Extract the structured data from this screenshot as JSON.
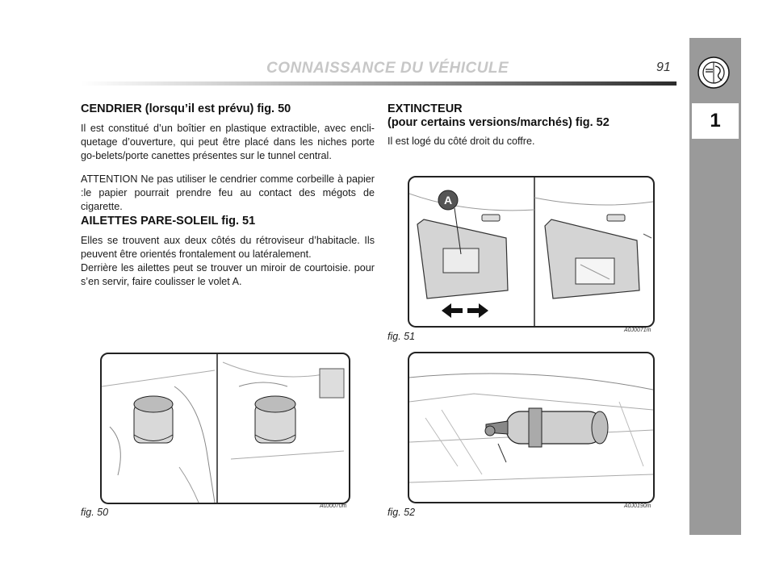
{
  "header": {
    "title": "CONNAISSANCE DU VÉHICULE",
    "page_number": "91",
    "chapter": "1"
  },
  "icons": {
    "logo": "alfa-romeo-logo-icon"
  },
  "sections": {
    "cendrier": {
      "title": "CENDRIER (lorsqu’il est prévu) fig. 50",
      "body": "Il est constitué d’un boîtier en plastique extractible, avec encli-quetage d’ouverture, qui peut être placé dans les niches porte go-belets/porte canettes présentes sur le tunnel central.",
      "attention": "ATTENTION Ne pas utiliser le cendrier comme corbeille à papier  :le papier pourrait prendre feu au contact des mégots de cigarette."
    },
    "ailettes": {
      "title": "AILETTES PARE-SOLEIL fig. 51",
      "body1": "Elles se trouvent aux deux côtés du rétroviseur d’habitacle. Ils peuvent être orientés frontalement ou latéralement.",
      "body2": "Derrière les ailettes peut se trouver un miroir de courtoisie. pour s’en servir, faire coulisser le volet A."
    },
    "extincteur": {
      "title_line1": "EXTINCTEUR",
      "title_line2": "(pour certains versions/marchés) fig. 52",
      "body": "Il est logé du côté droit du coffre."
    }
  },
  "figures": {
    "fig50": {
      "caption": "fig. 50",
      "code": "A0J0070m"
    },
    "fig51": {
      "caption": "fig. 51",
      "code": "A0J0071m",
      "label_a": "A"
    },
    "fig52": {
      "caption": "fig. 52",
      "code": "A0J0190m"
    }
  }
}
